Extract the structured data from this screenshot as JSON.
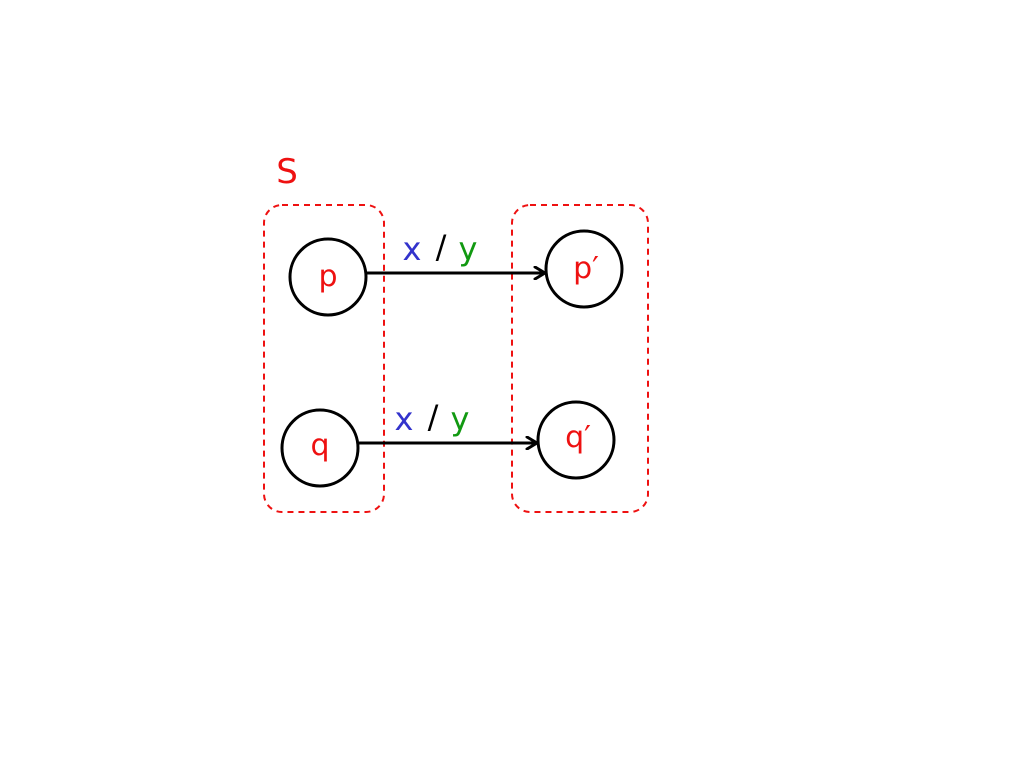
{
  "set_label": "S",
  "states": {
    "p": "p",
    "p_prime": "p′",
    "q": "q",
    "q_prime": "q′"
  },
  "transitions": {
    "top": {
      "input": "x",
      "sep": "/",
      "output": "y"
    },
    "bottom": {
      "input": "x",
      "sep": "/",
      "output": "y"
    }
  },
  "colors": {
    "state_label": "#ee1111",
    "set_border": "#ee1111",
    "input": "#3333cc",
    "output": "#119911",
    "stroke": "#000000"
  }
}
